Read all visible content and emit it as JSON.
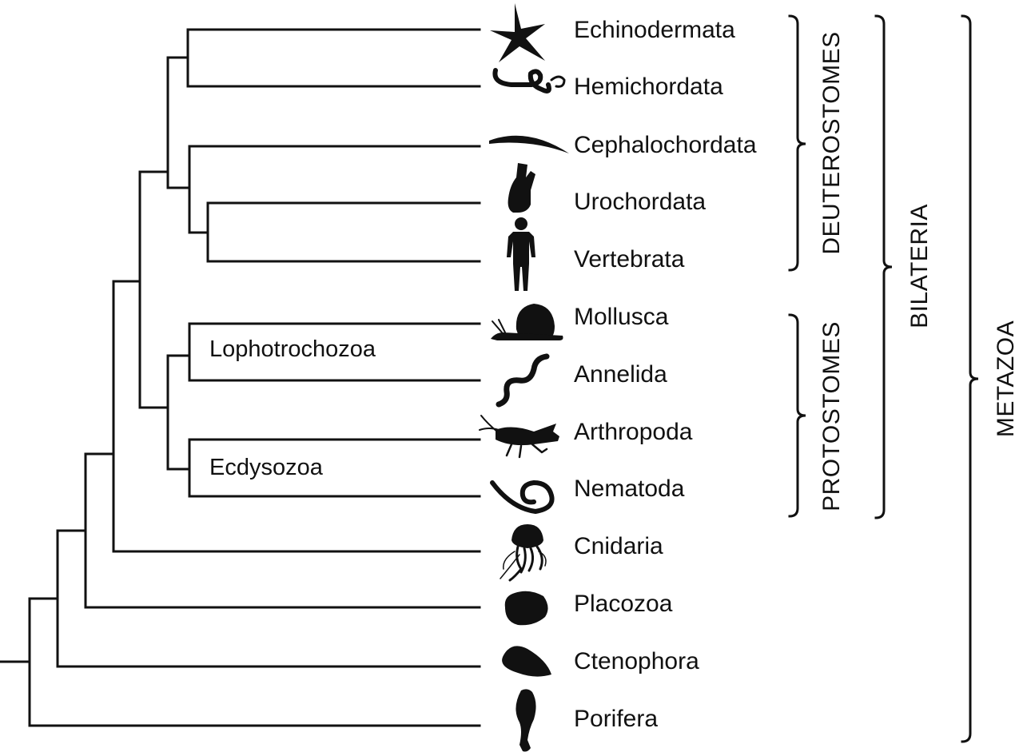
{
  "taxa": [
    {
      "label": "Echinodermata",
      "icon": "starfish-icon"
    },
    {
      "label": "Hemichordata",
      "icon": "acorn-worm-icon"
    },
    {
      "label": "Cephalochordata",
      "icon": "lancelet-icon"
    },
    {
      "label": "Urochordata",
      "icon": "sea-squirt-icon"
    },
    {
      "label": "Vertebrata",
      "icon": "human-icon"
    },
    {
      "label": "Mollusca",
      "icon": "snail-icon"
    },
    {
      "label": "Annelida",
      "icon": "worm-icon"
    },
    {
      "label": "Arthropoda",
      "icon": "grasshopper-icon"
    },
    {
      "label": "Nematoda",
      "icon": "nematode-icon"
    },
    {
      "label": "Cnidaria",
      "icon": "jellyfish-icon"
    },
    {
      "label": "Placozoa",
      "icon": "placozoan-icon"
    },
    {
      "label": "Ctenophora",
      "icon": "comb-jelly-icon"
    },
    {
      "label": "Porifera",
      "icon": "sponge-icon"
    }
  ],
  "clades": {
    "lophotrochozoa": "Lophotrochozoa",
    "ecdysozoa": "Ecdysozoa"
  },
  "groups": {
    "deuterostomes": "DEUTEROSTOMES",
    "protostomes": "PROTOSTOMES",
    "bilateria": "BILATERIA",
    "metazoa": "METAZOA"
  },
  "colors": {
    "line": "#111111",
    "background": "#ffffff"
  }
}
